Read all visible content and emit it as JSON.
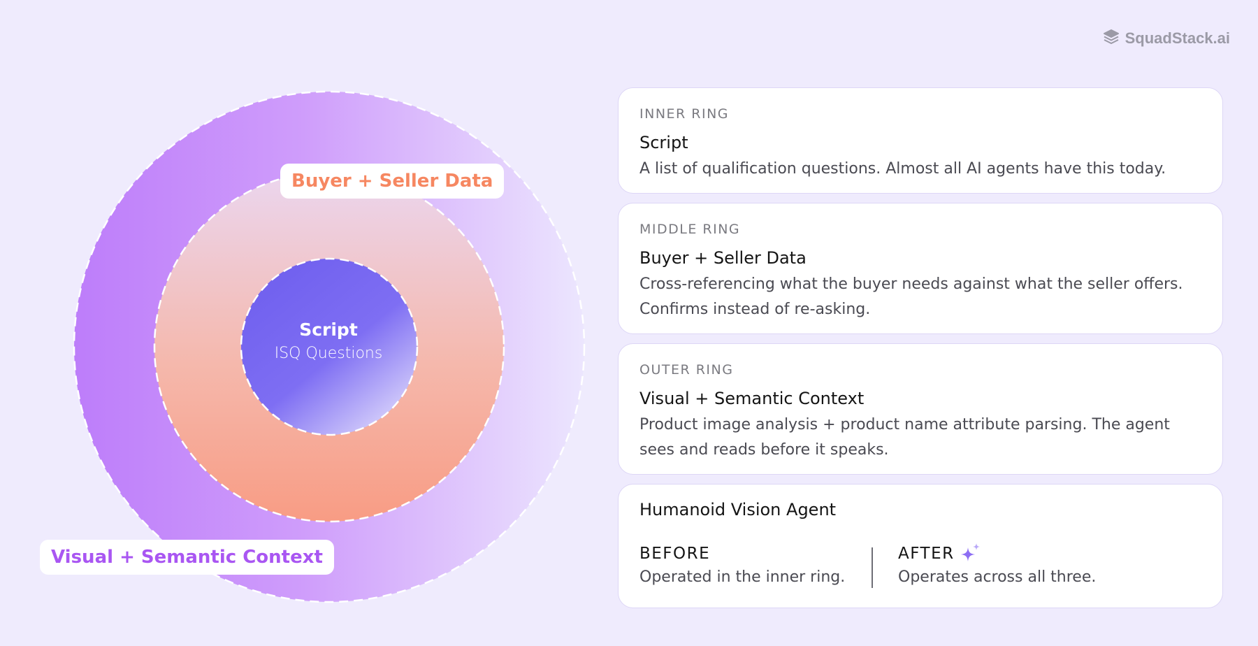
{
  "brand": {
    "name": "SquadStack.ai",
    "icon": "stack-layers-icon"
  },
  "diagram": {
    "center_title": "Script",
    "center_subtitle": "ISQ Questions",
    "middle_label": "Buyer + Seller Data",
    "outer_label": "Visual + Semantic Context",
    "colors": {
      "inner": "#7363f0",
      "middle_top": "#ecd6ef",
      "middle_bottom": "#f89d84",
      "outer_left": "#bd7dfa",
      "outer_right": "#eae2fe",
      "middle_label": "#f68761",
      "outer_label": "#a956f2"
    }
  },
  "cards": [
    {
      "eyebrow": "INNER RING",
      "title": "Script",
      "description": "A list of qualification questions. Almost all AI agents have this today."
    },
    {
      "eyebrow": "MIDDLE RING",
      "title": "Buyer + Seller Data",
      "description": "Cross-referencing what the buyer needs against what the seller offers. Confirms instead of re-asking."
    },
    {
      "eyebrow": "OUTER RING",
      "title": "Visual + Semantic Context",
      "description": "Product image analysis + product name attribute parsing. The agent sees and reads before it speaks."
    }
  ],
  "summary": {
    "title": "Humanoid Vision Agent",
    "before_label": "BEFORE",
    "before_text": "Operated in the inner ring.",
    "after_label": "AFTER",
    "after_icon": "sparkle-icon",
    "after_text": "Operates across all three."
  }
}
